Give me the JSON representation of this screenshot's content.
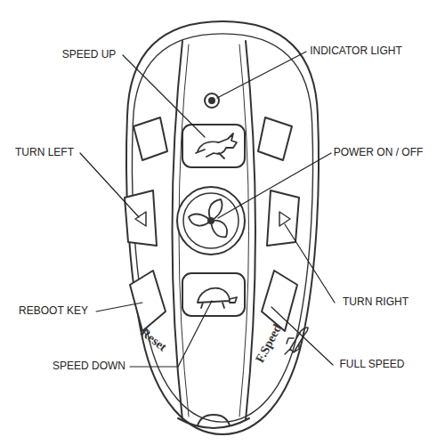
{
  "diagram": {
    "labels": [
      "SPEED UP",
      "INDICATOR LIGHT",
      "TURN LEFT",
      "POWER ON / OFF",
      "REBOOT KEY",
      "TURN RIGHT",
      "SPEED DOWN",
      "FULL SPEED",
      "Reset",
      "F.Speed"
    ]
  }
}
